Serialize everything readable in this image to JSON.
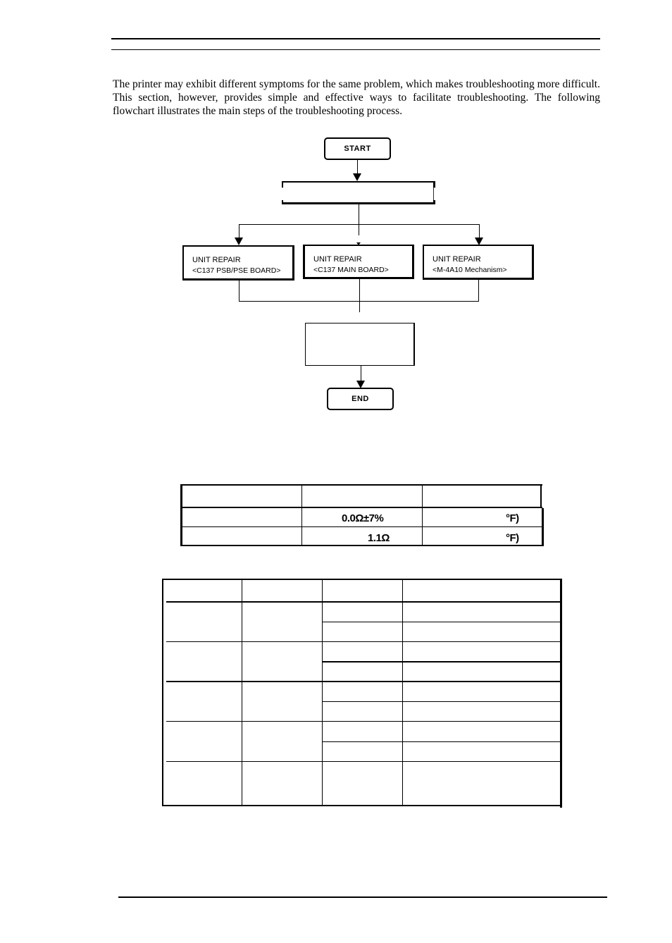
{
  "intro": {
    "paragraph": "The printer may exhibit different symptoms for the same problem, which makes troubleshooting more difficult. This section, however, provides simple and effective ways to facilitate troubleshooting. The following flowchart illustrates the main steps of the troubleshooting process."
  },
  "flowchart": {
    "start": "START",
    "end": "END",
    "units": [
      {
        "title": "UNIT REPAIR",
        "subtitle": "<C137 PSB/PSE BOARD>"
      },
      {
        "title": "UNIT REPAIR",
        "subtitle": "<C137 MAIN BOARD>"
      },
      {
        "title": "UNIT REPAIR",
        "subtitle": "<M-4A10 Mechanism>"
      }
    ]
  },
  "resistance_table": {
    "rows": [
      {
        "value": "0.0Ω±7%",
        "temp": "°F)"
      },
      {
        "value": "1.1Ω",
        "temp": "°F)"
      }
    ]
  }
}
